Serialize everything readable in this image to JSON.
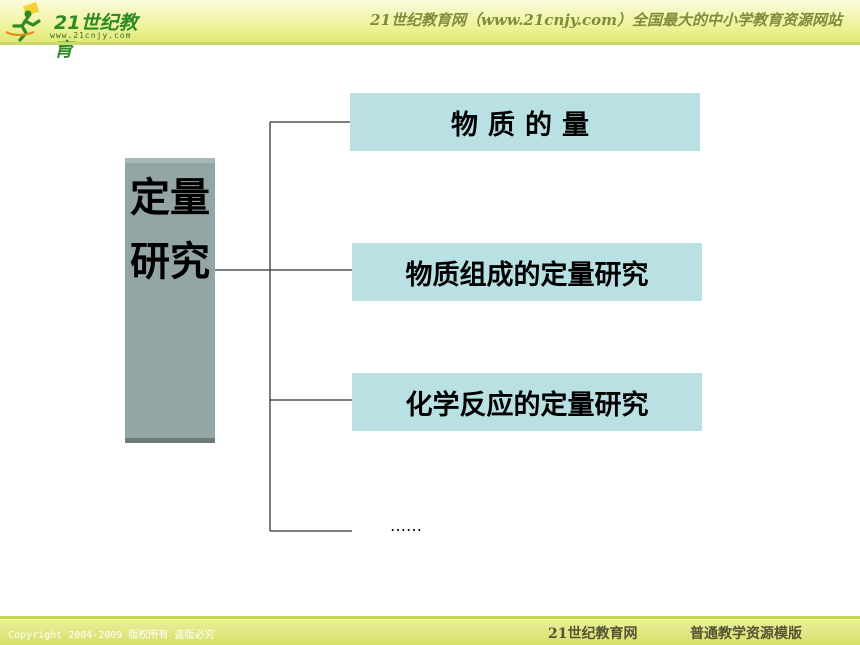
{
  "header": {
    "logo_name": "21世纪教育",
    "logo_url": "www.21cnjy.com",
    "slogan": "21世纪教育网（www.21cnjy.com）全国最大的中小学教育资源网站"
  },
  "diagram": {
    "root": "定量研究",
    "branches": [
      "物质的量",
      "物质组成的定量研究",
      "化学反应的定量研究"
    ],
    "ellipsis": "……"
  },
  "footer": {
    "copyright": "Copyright 2004-2009 版权所有 盗版必究",
    "site": "21世纪教育网",
    "template": "普通教学资源模版"
  },
  "colors": {
    "root_box": "#93a5a5",
    "branch_box": "#b9e1e3",
    "header_band": "#f0f3a0",
    "logo_green": "#2d8a25"
  }
}
